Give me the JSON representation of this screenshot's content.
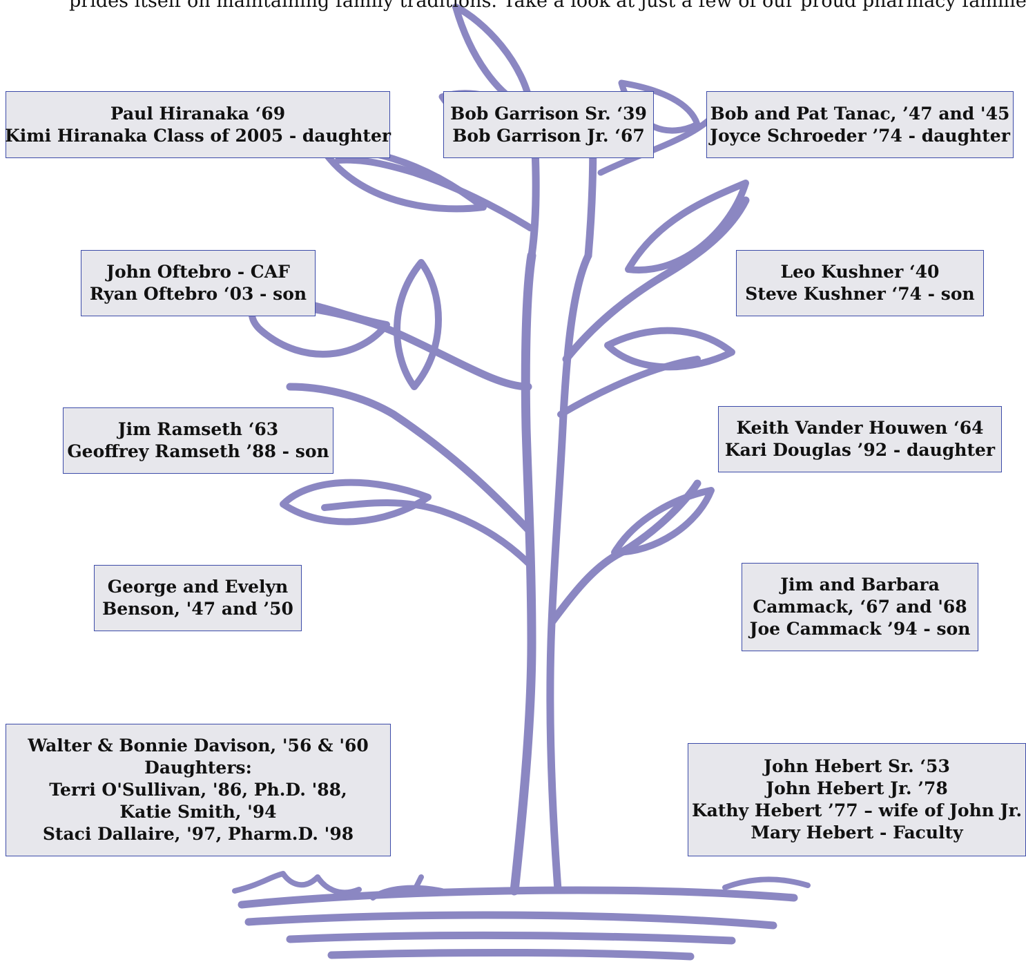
{
  "intro_text": "prides itself on maintaining family traditions.  Take a look at just a few of our proud pharmacy families.",
  "colors": {
    "tree": "#8b87c2",
    "box_fill": "#e7e7ec",
    "box_border": "#3b4aa8"
  },
  "families": [
    {
      "lines": [
        "Paul Hiranaka ‘69",
        "Kimi Hiranaka Class of 2005 - daughter"
      ]
    },
    {
      "lines": [
        "Bob Garrison Sr. ‘39",
        "Bob Garrison Jr. ‘67"
      ]
    },
    {
      "lines": [
        "Bob and Pat Tanac, ’47 and '45",
        "Joyce Schroeder ’74 - daughter"
      ]
    },
    {
      "lines": [
        "John Oftebro - CAF",
        "Ryan Oftebro ‘03 - son"
      ]
    },
    {
      "lines": [
        "Leo Kushner ‘40",
        "Steve Kushner  ‘74 - son"
      ]
    },
    {
      "lines": [
        "Jim Ramseth ‘63",
        "Geoffrey Ramseth ’88 - son"
      ]
    },
    {
      "lines": [
        "Keith Vander Houwen ‘64",
        "Kari Douglas ’92 - daughter"
      ]
    },
    {
      "lines": [
        "George and Evelyn",
        "Benson, '47 and ’50"
      ]
    },
    {
      "lines": [
        "Jim and Barbara",
        "Cammack, ‘67 and '68",
        "Joe Cammack ’94 - son"
      ]
    },
    {
      "lines": [
        "Walter & Bonnie Davison, '56 & '60",
        "Daughters:",
        "Terri O'Sullivan, '86, Ph.D. '88,",
        "Katie Smith, '94",
        "Staci Dallaire, '97, Pharm.D. '98"
      ]
    },
    {
      "lines": [
        "John Hebert Sr. ‘53",
        "John Hebert Jr. ’78",
        "Kathy Hebert ’77 – wife of John Jr.",
        "Mary Hebert - Faculty"
      ]
    }
  ]
}
